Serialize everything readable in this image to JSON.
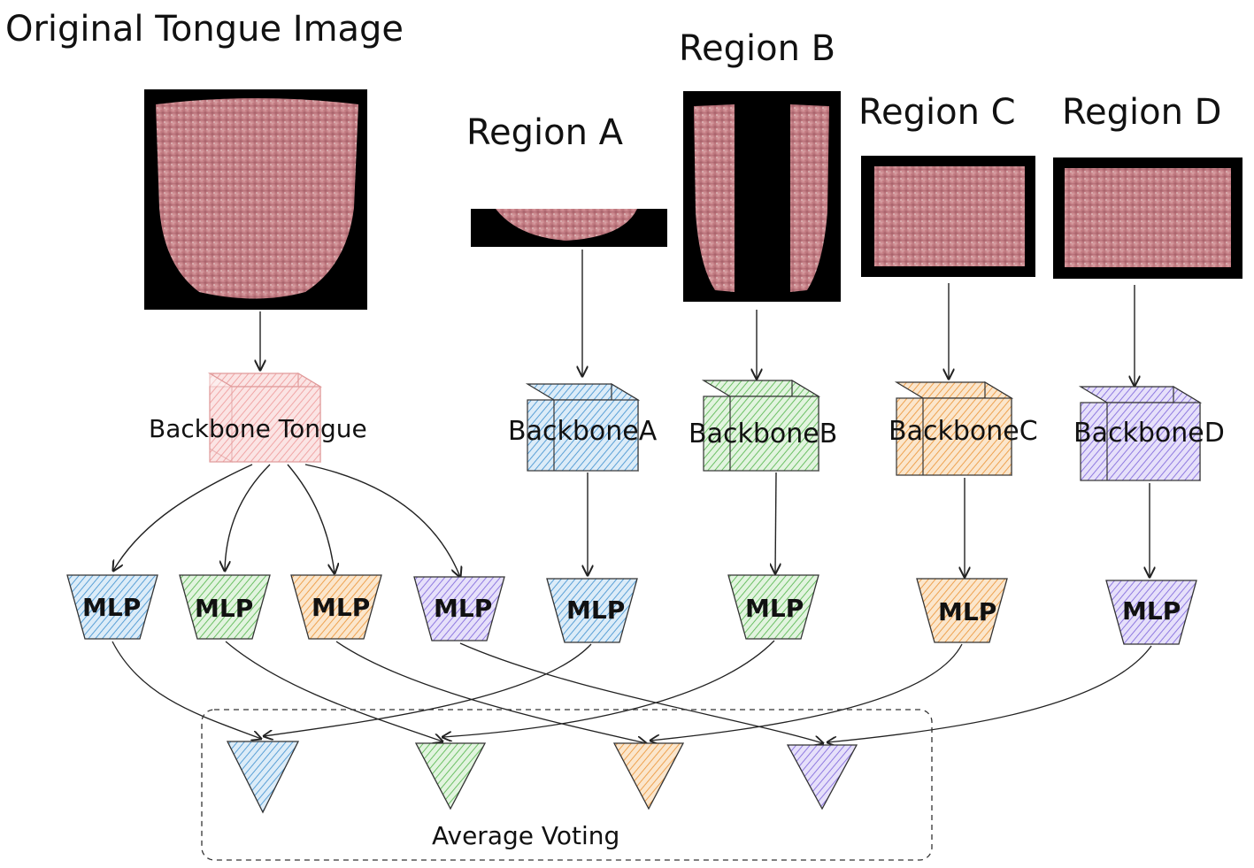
{
  "titles": {
    "original": "Original Tongue Image",
    "region_a": "Region A",
    "region_b": "Region B",
    "region_c": "Region C",
    "region_d": "Region D"
  },
  "backbones": {
    "tongue": "Backbone Tongue",
    "a": "BackboneA",
    "b": "BackboneB",
    "c": "BackboneC",
    "d": "BackboneD"
  },
  "mlp_label": "MLP",
  "voting_label": "Average Voting",
  "colors": {
    "pink": "#f4c4c4",
    "blue": "#a8cdea",
    "green": "#b4e0b0",
    "orange": "#f7c994",
    "purple": "#c5b8ef",
    "tongue": "#c97d84"
  }
}
